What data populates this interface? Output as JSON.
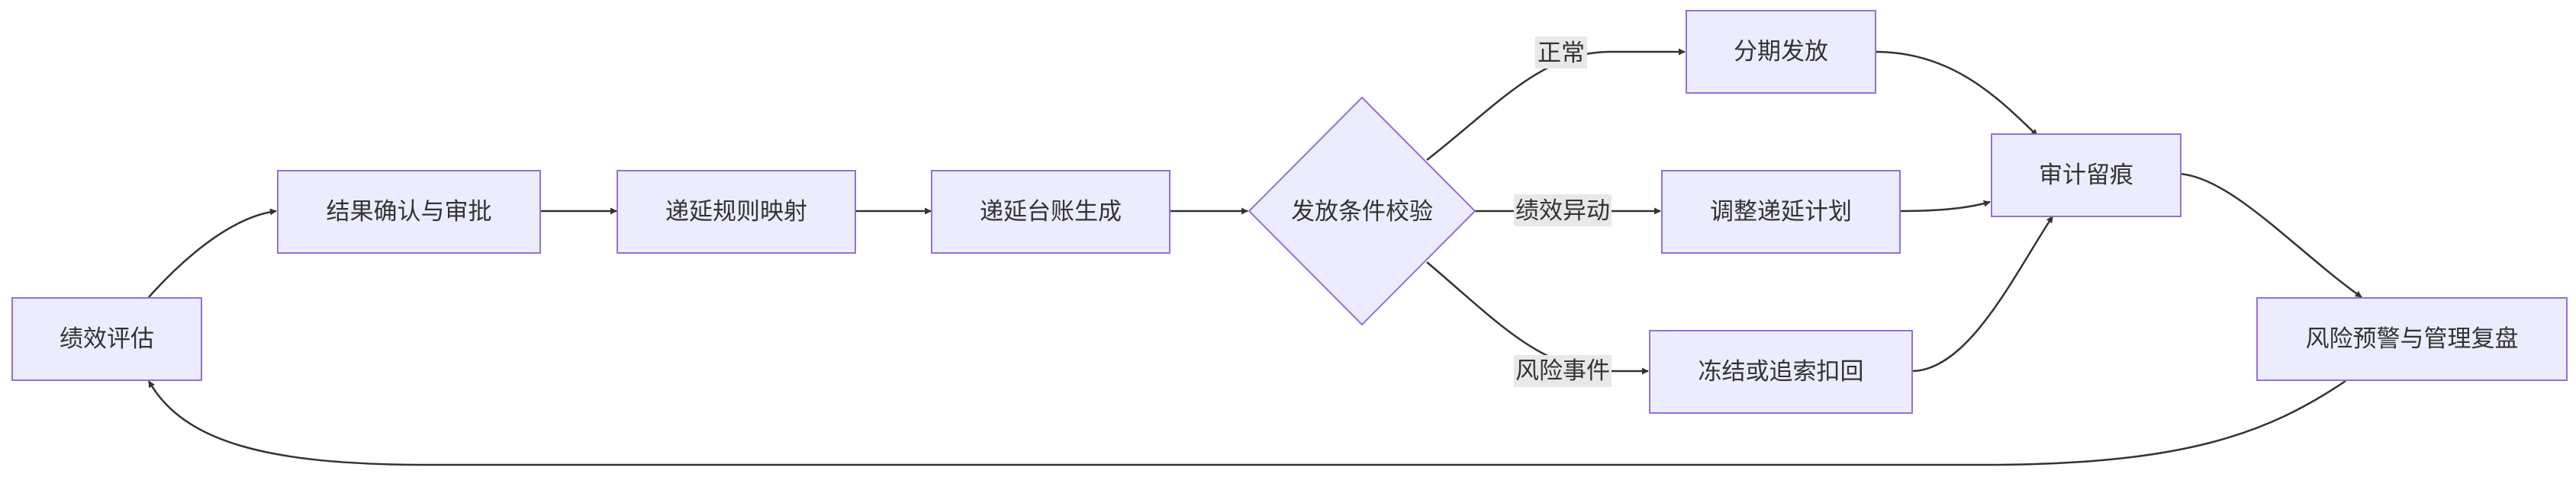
{
  "diagram": {
    "type": "flowchart",
    "colors": {
      "node_fill": "#ECECFF",
      "node_stroke": "#9370DB",
      "edge": "#333333",
      "label_bg": "#E8E8E8",
      "text": "#333333"
    },
    "nodes": {
      "perf_eval": {
        "label": "绩效评估",
        "shape": "rect"
      },
      "confirm": {
        "label": "结果确认与审批",
        "shape": "rect"
      },
      "rule_map": {
        "label": "递延规则映射",
        "shape": "rect"
      },
      "ledger": {
        "label": "递延台账生成",
        "shape": "rect"
      },
      "check": {
        "label": "发放条件校验",
        "shape": "diamond"
      },
      "installment": {
        "label": "分期发放",
        "shape": "rect"
      },
      "adjust": {
        "label": "调整递延计划",
        "shape": "rect"
      },
      "freeze": {
        "label": "冻结或追索扣回",
        "shape": "rect"
      },
      "audit": {
        "label": "审计留痕",
        "shape": "rect"
      },
      "review": {
        "label": "风险预警与管理复盘",
        "shape": "rect"
      }
    },
    "edges": [
      {
        "from": "perf_eval",
        "to": "confirm",
        "label": ""
      },
      {
        "from": "confirm",
        "to": "rule_map",
        "label": ""
      },
      {
        "from": "rule_map",
        "to": "ledger",
        "label": ""
      },
      {
        "from": "ledger",
        "to": "check",
        "label": ""
      },
      {
        "from": "check",
        "to": "installment",
        "label": "正常"
      },
      {
        "from": "check",
        "to": "adjust",
        "label": "绩效异动"
      },
      {
        "from": "check",
        "to": "freeze",
        "label": "风险事件"
      },
      {
        "from": "installment",
        "to": "audit",
        "label": ""
      },
      {
        "from": "adjust",
        "to": "audit",
        "label": ""
      },
      {
        "from": "freeze",
        "to": "audit",
        "label": ""
      },
      {
        "from": "audit",
        "to": "review",
        "label": ""
      },
      {
        "from": "review",
        "to": "perf_eval",
        "label": ""
      }
    ]
  }
}
